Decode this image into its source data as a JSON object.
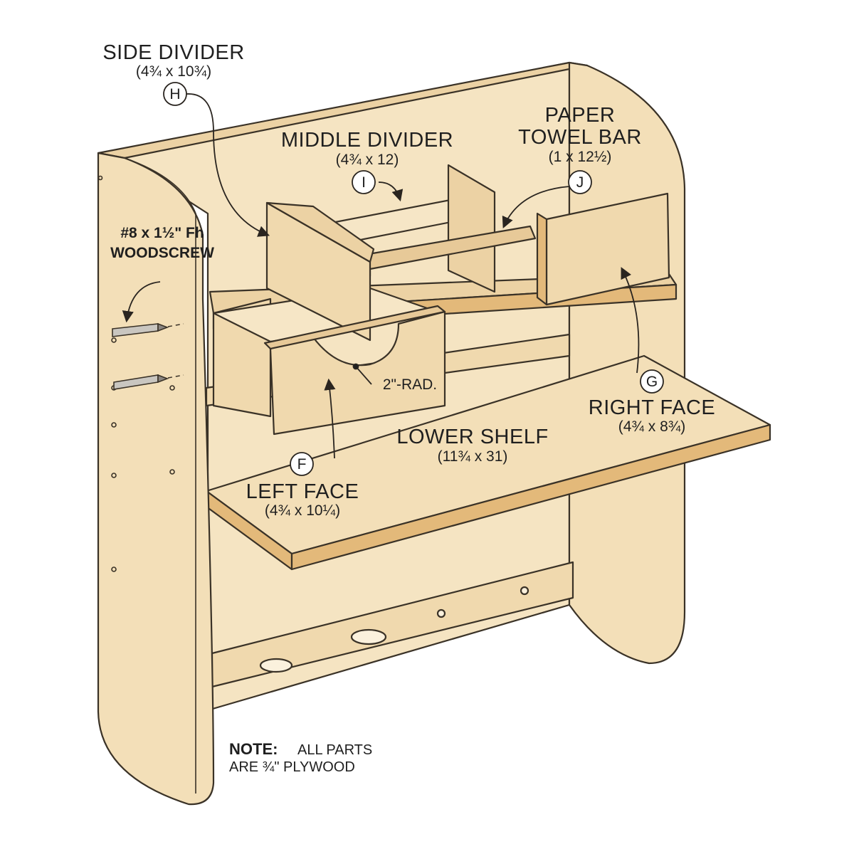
{
  "colors": {
    "wood": "#f3dfb8",
    "wood_dark": "#e7c998",
    "wood_shade": "#edd3a6",
    "edge": "#e3b97a",
    "outline": "#3a3227",
    "background": "#ffffff"
  },
  "labels": {
    "side_divider": {
      "name": "SIDE DIVIDER",
      "dim": "(4¾ x 10¾)",
      "key": "H"
    },
    "middle_divider": {
      "name": "MIDDLE DIVIDER",
      "dim": "(4¾ x 12)",
      "key": "I"
    },
    "paper_towel_bar": {
      "name_1": "PAPER",
      "name_2": "TOWEL BAR",
      "dim": "(1 x 12½)",
      "key": "J"
    },
    "woodscrew": {
      "line_1": "#8 x 1½\" Fh",
      "line_2": "WOODSCREW"
    },
    "radius": "2\"-RAD.",
    "right_face": {
      "name": "RIGHT FACE",
      "dim": "(4¾ x 8¾)",
      "key": "G"
    },
    "lower_shelf": {
      "name": "LOWER SHELF",
      "dim": "(11¾ x 31)"
    },
    "left_face": {
      "name": "LEFT FACE",
      "dim": "(4¾ x 10¼)",
      "key": "F"
    },
    "note": {
      "bold": "NOTE:",
      "line_1": "ALL PARTS",
      "line_2": "ARE ¾\" PLYWOOD"
    }
  }
}
